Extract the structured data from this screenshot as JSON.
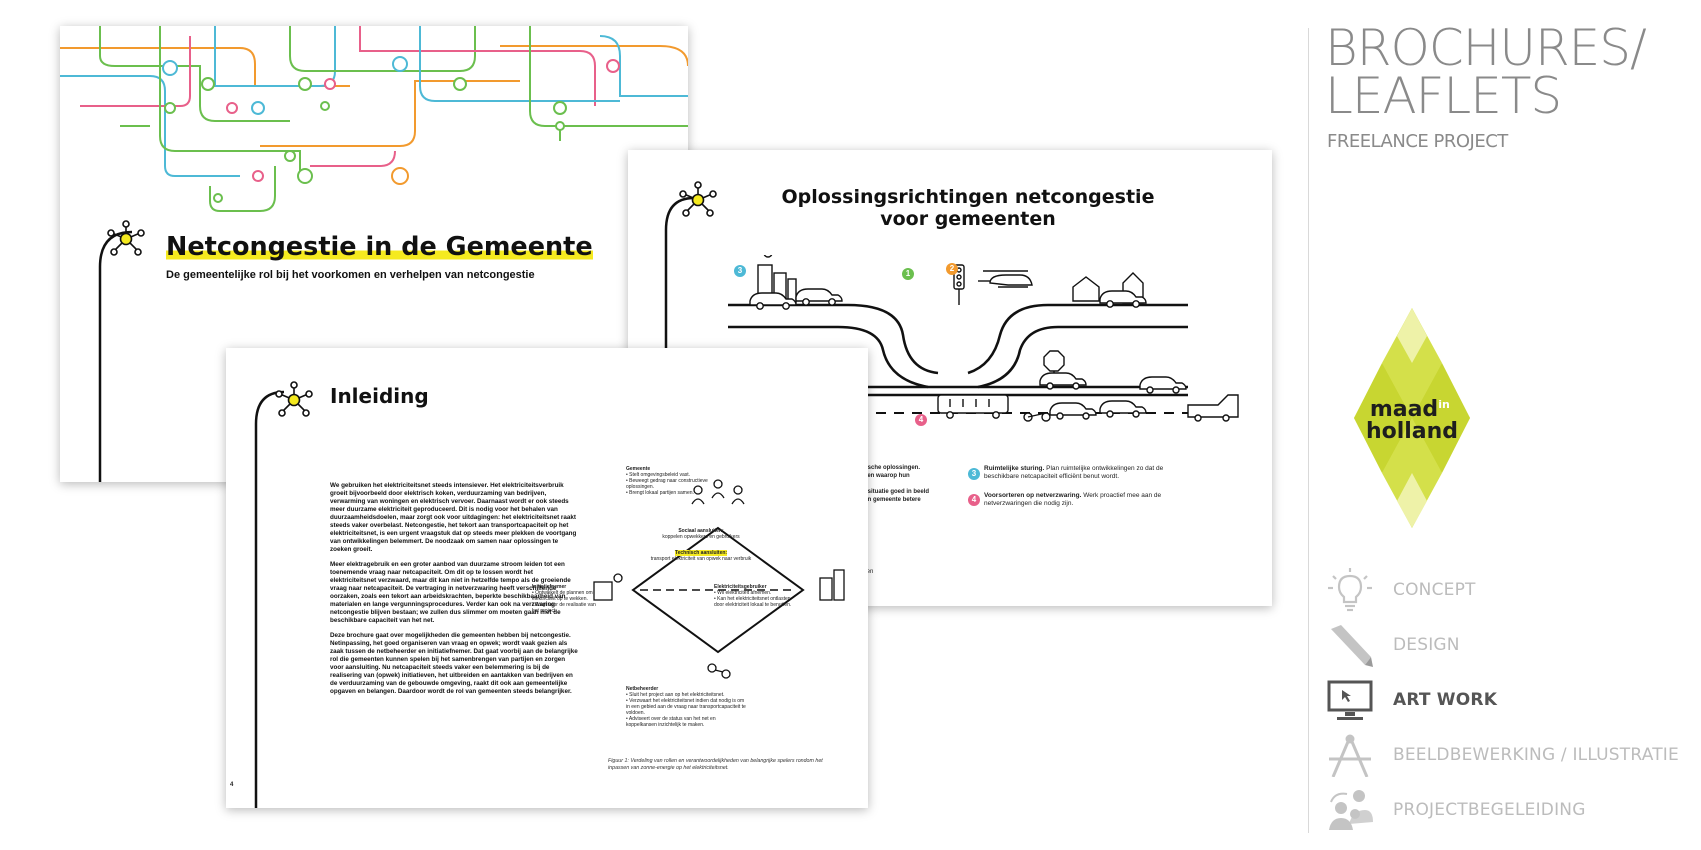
{
  "page1": {
    "title": "Netcongestie in de Gemeente",
    "subtitle": "De gemeentelijke rol bij het voorkomen en verhelpen van netcongestie"
  },
  "page2": {
    "title_line1": "Oplossingsrichtingen netcongestie",
    "title_line2": "voor gemeenten",
    "markers": [
      "1",
      "2",
      "3",
      "4"
    ],
    "left_fragments": [
      "technische oplossingen.",
      "e vinden waarop hun",
      "de netsituatie goed in beeld",
      "ders en gemeente betere",
      "ementen"
    ],
    "item3_bold": "Ruimtelijke sturing.",
    "item3_text": " Plan ruimtelijke ontwikkelingen zo dat de beschikbare netcapaciteit efficiënt benut wordt.",
    "item4_bold": "Voorsorteren op netverzwaring.",
    "item4_text": " Werk proactief mee aan de netverzwaringen die nodig zijn."
  },
  "page3": {
    "title": "Inleiding",
    "page_number": "4",
    "para1": "We gebruiken het elektriciteitsnet steeds intensiever. Het elektriciteitsverbruik groeit bijvoorbeeld door elektrisch koken, verduurzaming van bedrijven, verwarming van woningen en elektrisch vervoer. Daarnaast wordt er ook steeds meer duurzame elektriciteit geproduceerd. Dit is nodig voor het behalen van duurzaamheidsdoelen, maar zorgt ook voor uitdagingen: het elektriciteitsnet raakt steeds vaker overbelast. Netcongestie, het tekort aan transportcapaciteit op het elektriciteitsnet, is een urgent vraagstuk dat op steeds meer plekken de voortgang van ontwikkelingen belemmert. De noodzaak om samen naar oplossingen te zoeken groeit.",
    "para2": "Meer elektragebruik en een groter aanbod van duurzame stroom leiden tot een toenemende vraag naar netcapaciteit. Om dit op te lossen wordt het elektriciteitsnet verzwaard, maar dit kan niet in hetzelfde tempo als de groeiende vraag naar netcapaciteit. De vertraging in netverzwaring heeft verschillende oorzaken, zoals een tekort aan arbeidskrachten, beperkte beschikbaarheid van materialen en lange vergunningsprocedures. Verder kan ook na verzwaring netcongestie blijven bestaan; we zullen dus slimmer om moeten gaan met de beschikbare capaciteit van het net.",
    "para3": "Deze brochure gaat over mogelijkheden die gemeenten hebben bij netcongestie. Netinpassing, het goed organiseren van vraag en opwek; wordt vaak gezien als zaak tussen de netbeheerder en initiatiefnemer. Dat gaat voorbij aan de belangrijke rol die gemeenten kunnen spelen bij het samenbrengen van partijen en zorgen voor aansluiting. Nu netcapaciteit steeds vaker een belemmering is bij de realisering van (opwek) initiatieven, het uitbreiden en aantakken van bedrijven en de verduurzaming van de gebouwde omgeving, raakt dit ook aan gemeentelijke opgaven en belangen. Daardoor wordt de rol van gemeenten steeds belangrijker.",
    "diagram": {
      "gemeente_label": "Gemeente",
      "gemeente_items": [
        "Stelt omgevingsbeleid vast.",
        "Beweegt gedrag naar constructieve oplossingen.",
        "Brengt lokaal partijen samen."
      ],
      "center_top_bold": "Sociaal aansluiten:",
      "center_top_text": "koppelen opwekkers en gebruikers",
      "center_bottom_bold": "Technisch aansluiten:",
      "center_bottom_text": "transport elektriciteit van opwek naar verbruik",
      "initiatiefnemer_label": "Initiatiefnemer",
      "initiatiefnemer_items": [
        "Ontwikkelt de plannen om elektriciteit op te wekken.",
        "Zorgt voor de realisatie van het project."
      ],
      "verbruiker_label": "Elektriciteitsgebruiker",
      "verbruiker_items": [
        "Wil elektriciteit afnemen.",
        "Kan het elektriciteitsnet ontlasten door elektriciteit lokaal te benutten."
      ],
      "netbeheerder_label": "Netbeheerder",
      "netbeheerder_items": [
        "Sluit het project aan op het elektriciteitsnet.",
        "Verzwaart het elektriciteitsnet indien dat nodig is om in een gebied aan de vraag naar transportcapaciteit te voldoen.",
        "Adviseert over de status van het net en koppelkansen inzichtelijk te maken."
      ]
    },
    "caption": "Figuur 1: Verdeling van rollen en verantwoordelijkheden van belangrijke spelers rondom het inpassen van zonne-energie op het elektriciteitsnet."
  },
  "sidebar": {
    "title_line1": "BROCHURES/",
    "title_line2": "LEAFLETS",
    "subtitle": "FREELANCE PROJECT",
    "logo_line1": "maad",
    "logo_line2": "holland",
    "logo_in": "in",
    "menu": [
      {
        "label": "CONCEPT",
        "icon": "lightbulb-icon",
        "active": false
      },
      {
        "label": "DESIGN",
        "icon": "pencil-icon",
        "active": false
      },
      {
        "label": "ART WORK",
        "icon": "monitor-icon",
        "active": true
      },
      {
        "label": "BEELDBEWERKING / ILLUSTRATIE",
        "icon": "compass-icon",
        "active": false
      },
      {
        "label": "PROJECTBEGELEIDING",
        "icon": "people-icon",
        "active": false
      }
    ]
  },
  "colors": {
    "yellow": "#f5ea1f",
    "green": "#6bbf4e",
    "orange": "#f29a2e",
    "blue": "#4db9d6",
    "pink": "#e8608a",
    "gray": "#8a8a8a",
    "logo_lime": "#c8d631"
  }
}
